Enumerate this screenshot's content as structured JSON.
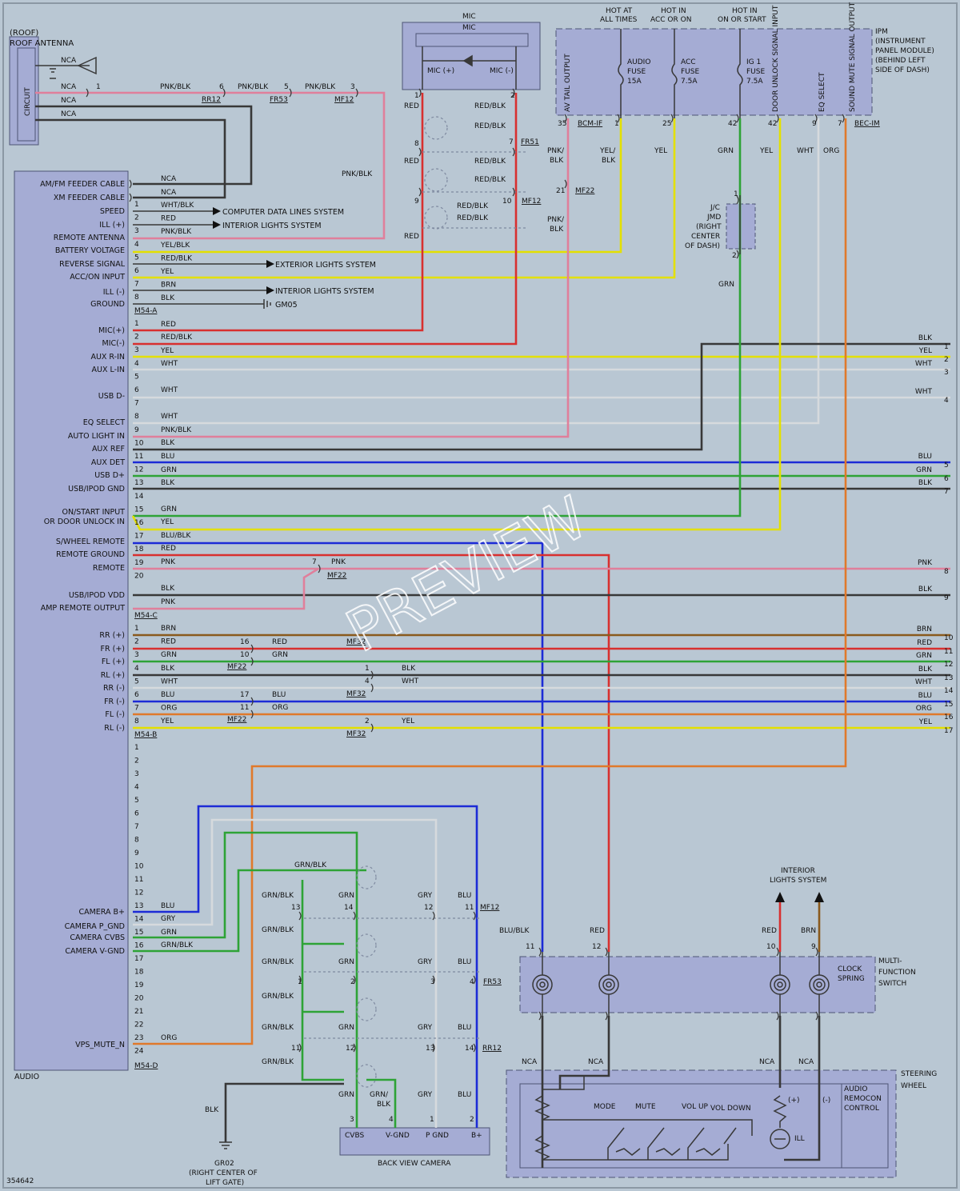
{
  "roof_antenna": {
    "title1": "(ROOF)",
    "title2": "ROOF ANTENNA",
    "circuit": "CIRCUIT",
    "ncas": [
      "NCA",
      "NCA",
      "NCA",
      "NCA"
    ]
  },
  "mic": {
    "title1": "MIC",
    "title2": "MIC",
    "plus": "MIC (+)",
    "minus": "MIC (-)"
  },
  "ipm": {
    "title": [
      "IPM",
      "(INSTRUMENT",
      "PANEL MODULE)",
      "(BEHIND LEFT",
      "SIDE OF DASH)"
    ],
    "hot": [
      {
        "l1": "HOT AT",
        "l2": "ALL TIMES"
      },
      {
        "l1": "HOT IN",
        "l2": "ACC OR ON"
      },
      {
        "l1": "HOT IN",
        "l2": "ON OR START"
      }
    ],
    "fuses": [
      {
        "name": "AUDIO",
        "sub1": "FUSE",
        "sub2": "15A"
      },
      {
        "name": "ACC",
        "sub1": "FUSE",
        "sub2": "7.5A"
      },
      {
        "name": "IG 1",
        "sub1": "FUSE",
        "sub2": "7.5A"
      }
    ],
    "vertical": [
      "AV TAIL OUTPUT",
      "DOOR UNLOCK SIGNAL INPUT",
      "EQ SELECT",
      "SOUND MUTE SIGNAL OUTPUT"
    ],
    "pins": [
      "35",
      "1",
      "25",
      "42",
      "42",
      "9",
      "7"
    ],
    "conn1": "BCM-IF",
    "conn2": "BEC-IM"
  },
  "jc": {
    "lines": [
      "J/C",
      "JMD",
      "(RIGHT",
      "CENTER",
      "OF DASH)"
    ],
    "p1": "1",
    "p2": "2"
  },
  "audio": {
    "name": "AUDIO",
    "labels_a": [
      "AM/FM FEEDER CABLE",
      "XM FEEDER CABLE",
      "SPEED",
      "ILL (+)",
      "REMOTE ANTENNA",
      "BATTERY VOLTAGE",
      "REVERSE SIGNAL",
      "ACC/ON INPUT",
      "ILL (-)",
      "GROUND"
    ],
    "labels_c": [
      "MIC(+)",
      "MIC(-)",
      "AUX R-IN",
      "AUX L-IN",
      "USB D-",
      "EQ SELECT",
      "AUTO LIGHT IN",
      "AUX REF",
      "AUX DET",
      "USB D+",
      "USB/IPOD GND",
      "ON/START INPUT",
      "OR DOOR UNLOCK IN",
      "S/WHEEL REMOTE",
      "REMOTE GROUND",
      "REMOTE",
      "USB/IPOD VDD",
      "AMP REMOTE OUTPUT"
    ],
    "labels_b": [
      "RR (+)",
      "FR (+)",
      "FL (+)",
      "RL (+)",
      "RR (-)",
      "FR (-)",
      "FL (-)",
      "RL (-)"
    ],
    "labels_d": [
      "CAMERA B+",
      "CAMERA P_GND",
      "CAMERA CVBS",
      "CAMERA V-GND",
      "VPS_MUTE_N"
    ],
    "conns": [
      "M54-A",
      "M54-C",
      "M54-B",
      "M54-D"
    ]
  },
  "systems": {
    "computer": "COMPUTER DATA LINES SYSTEM",
    "interior": "INTERIOR LIGHTS SYSTEM",
    "exterior": "EXTERIOR LIGHTS SYSTEM",
    "ground": "GM05"
  },
  "interior_top": {
    "l1": "INTERIOR",
    "l2": "LIGHTS SYSTEM"
  },
  "mfs": {
    "l1": "MULTI-",
    "l2": "FUNCTION",
    "l3": "SWITCH",
    "clock1": "CLOCK",
    "clock2": "SPRING"
  },
  "steering": {
    "l1": "STEERING",
    "l2": "WHEEL",
    "c1": "AUDIO",
    "c2": "REMOCON",
    "c3": "CONTROL",
    "buttons": [
      "MODE",
      "MUTE",
      "VOL UP",
      "VOL DOWN"
    ],
    "ill": "ILL",
    "plus": "(+)",
    "minus": "(-)"
  },
  "camera": {
    "name": "BACK VIEW CAMERA",
    "pins": [
      "CVBS",
      "V-GND",
      "P GND",
      "B+"
    ],
    "pin_nums": [
      "3",
      "4",
      "1",
      "2"
    ]
  },
  "gr02": {
    "l1": "GR02",
    "l2": "(RIGHT CENTER OF",
    "l3": "LIFT GATE)"
  },
  "connectors": [
    "RR12",
    "FR53",
    "MF12",
    "FR51",
    "MF22",
    "MF32"
  ],
  "wire_colors": {
    "RED": "#d8302f",
    "PNK": "#e07f9b",
    "YEL": "#e3e000",
    "GRN": "#2ea336",
    "BLU": "#1c2bd6",
    "BLK": "#383838",
    "WHT": "#d6dadd",
    "GRY": "#9c9c9c",
    "BRN": "#8a5a1d",
    "ORG": "#e0792b"
  },
  "right_wires": [
    {
      "num": "1",
      "color": "BLK"
    },
    {
      "num": "2",
      "color": "YEL"
    },
    {
      "num": "3",
      "color": "WHT"
    },
    {
      "num": "4",
      "color": "WHT"
    },
    {
      "num": "5",
      "color": "BLU"
    },
    {
      "num": "6",
      "color": "GRN"
    },
    {
      "num": "7",
      "color": "BLK"
    },
    {
      "num": "8",
      "color": "PNK"
    },
    {
      "num": "9",
      "color": "BLK"
    },
    {
      "num": "10",
      "color": "BRN"
    },
    {
      "num": "11",
      "color": "RED"
    },
    {
      "num": "12",
      "color": "GRN"
    },
    {
      "num": "13",
      "color": "BLK"
    },
    {
      "num": "14",
      "color": "WHT"
    },
    {
      "num": "15",
      "color": "BLU"
    },
    {
      "num": "16",
      "color": "ORG"
    },
    {
      "num": "17",
      "color": "YEL"
    }
  ],
  "watermark": "PREVIEW",
  "diagram_id": "354642"
}
